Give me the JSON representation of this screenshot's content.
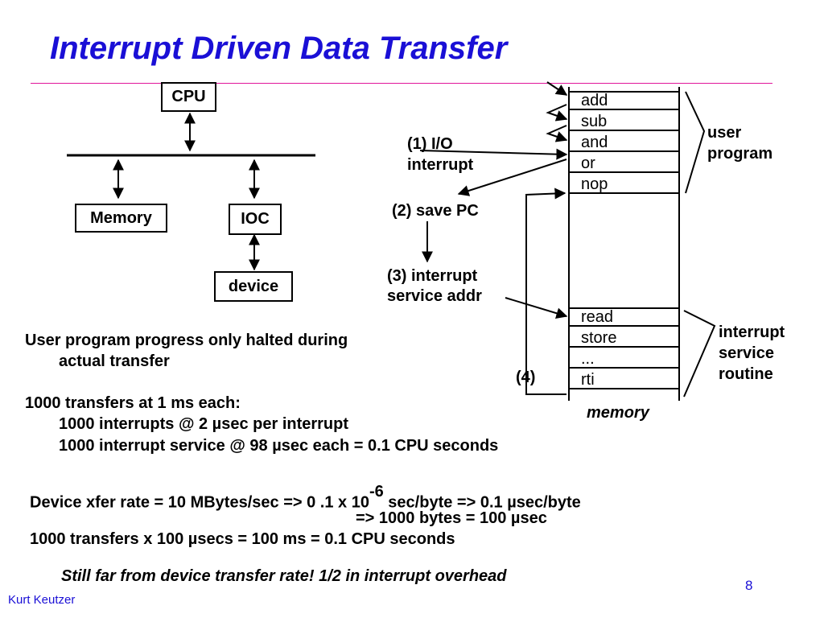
{
  "title": "Interrupt Driven Data Transfer",
  "colors": {
    "title": "#1a0fd6",
    "rule": "#e0159a",
    "footer": "#1a0fd6"
  },
  "diagram": {
    "cpu": "CPU",
    "memory": "Memory",
    "ioc": "IOC",
    "device": "device"
  },
  "memory_cells": {
    "user_program": [
      "add",
      "sub",
      "and",
      "or",
      "nop"
    ],
    "isr": [
      "read",
      "store",
      "...",
      "rti"
    ]
  },
  "labels": {
    "io_interrupt_1": "(1) I/O",
    "io_interrupt_2": "interrupt",
    "save_pc": "(2) save PC",
    "isr_addr_1": "(3) interrupt",
    "isr_addr_2": "service addr",
    "step4": "(4)",
    "user_program_1": "user",
    "user_program_2": "program",
    "isr_1": "interrupt",
    "isr_2": "service",
    "isr_3": "routine",
    "memory": "memory"
  },
  "body": {
    "line1": "User program progress only halted during",
    "line2": "actual transfer",
    "line3": "1000 transfers at 1 ms each:",
    "line4": "1000 interrupts @ 2 µsec per interrupt",
    "line5": "1000 interrupt service @ 98 µsec each = 0.1 CPU seconds",
    "line6a": "Device xfer rate = 10 MBytes/sec => 0 .1 x 10",
    "line6exp": "-6",
    "line6b": " sec/byte => 0.1 µsec/byte",
    "line7": "=> 1000 bytes = 100 µsec",
    "line8": "1000 transfers x 100 µsecs = 100 ms = 0.1 CPU seconds",
    "line9": "Still far from device transfer rate! 1/2 in interrupt overhead"
  },
  "footer": "Kurt Keutzer",
  "page_number": "8"
}
